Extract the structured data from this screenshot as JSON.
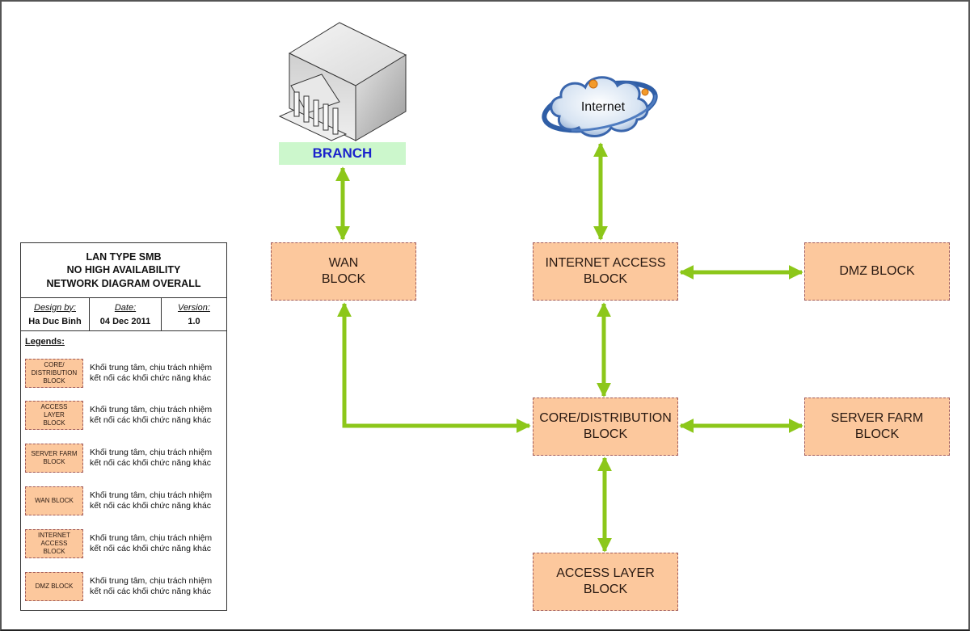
{
  "diagram": {
    "nodes": {
      "branch": {
        "label": "BRANCH",
        "icon": "bank-building-icon"
      },
      "internet": {
        "label": "Internet",
        "icon": "internet-cloud-icon"
      },
      "wan": {
        "label": "WAN\nBLOCK"
      },
      "internet_access": {
        "label": "INTERNET ACCESS\nBLOCK"
      },
      "dmz": {
        "label": "DMZ BLOCK"
      },
      "core": {
        "label": "CORE/DISTRIBUTION\nBLOCK"
      },
      "server_farm": {
        "label": "SERVER FARM\nBLOCK"
      },
      "access_layer": {
        "label": "ACCESS LAYER\nBLOCK"
      }
    },
    "edges": [
      {
        "from": "branch",
        "to": "wan",
        "direction": "both"
      },
      {
        "from": "internet",
        "to": "internet_access",
        "direction": "both"
      },
      {
        "from": "internet_access",
        "to": "dmz",
        "direction": "both"
      },
      {
        "from": "internet_access",
        "to": "core",
        "direction": "both"
      },
      {
        "from": "wan",
        "to": "core",
        "direction": "both"
      },
      {
        "from": "core",
        "to": "server_farm",
        "direction": "both"
      },
      {
        "from": "core",
        "to": "access_layer",
        "direction": "both"
      }
    ],
    "colors": {
      "block_fill": "#fcc89d",
      "block_border": "#a05a5a",
      "arrow": "#8cc71a",
      "branch_label_bg": "#ccf7cc",
      "branch_label_text": "#1a22cc"
    }
  },
  "legend": {
    "title_lines": [
      "LAN TYPE SMB",
      "NO HIGH AVAILABILITY",
      "NETWORK DIAGRAM OVERALL"
    ],
    "design_by_label": "Design by:",
    "design_by_value": "Ha Duc Binh",
    "date_label": "Date:",
    "date_value": "04 Dec 2011",
    "version_label": "Version:",
    "version_value": "1.0",
    "heading": "Legends:",
    "items": [
      {
        "swatch": "CORE/\nDISTRIBUTION\nBLOCK",
        "desc": "Khối trung tâm, chịu trách nhiệm\nkết nối các khối chức năng khác"
      },
      {
        "swatch": "ACCESS\nLAYER\nBLOCK",
        "desc": "Khối trung tâm, chịu trách nhiệm\nkết nối các khối chức năng khác"
      },
      {
        "swatch": "SERVER FARM\nBLOCK",
        "desc": "Khối trung tâm, chịu trách nhiệm\nkết nối các khối chức năng khác"
      },
      {
        "swatch": "WAN BLOCK",
        "desc": "Khối trung tâm, chịu trách nhiệm\nkết nối các khối chức năng khác"
      },
      {
        "swatch": "INTERNET\nACCESS\nBLOCK",
        "desc": "Khối trung tâm, chịu trách nhiệm\nkết nối các khối chức năng khác"
      },
      {
        "swatch": "DMZ BLOCK",
        "desc": "Khối trung tâm, chịu trách nhiệm\nkết nối các khối chức năng khác"
      }
    ]
  }
}
